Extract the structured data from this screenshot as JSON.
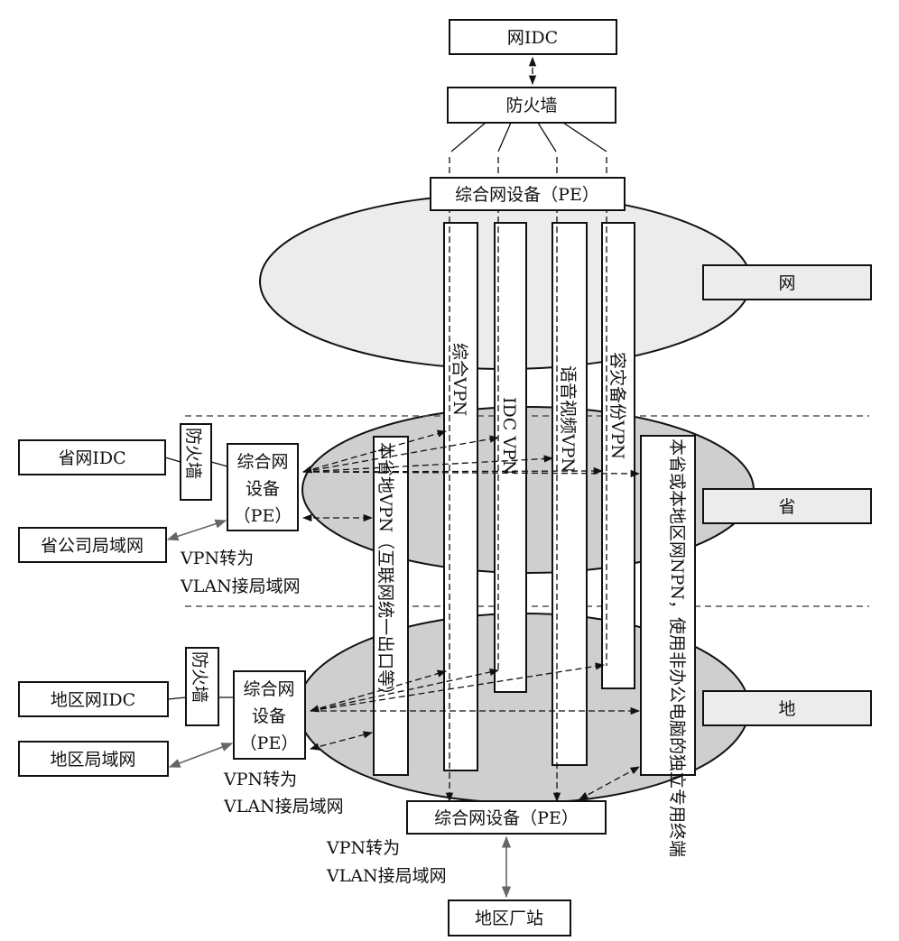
{
  "top": {
    "idc": "网IDC",
    "firewall": "防火墙",
    "pe": "综合网设备（PE）"
  },
  "regions": {
    "net": "网",
    "province": "省",
    "district": "地"
  },
  "vpns": {
    "integrated": "综合VPN",
    "idc": "IDC VPN",
    "voice_video": "语音视频VPN",
    "disaster": "容灾备份VPN",
    "province_local": "本省地VPN（互联网统一出口等）",
    "terminal": "本省或本地区网NPN，使用非办公电脑的独立专用终端"
  },
  "province": {
    "idc": "省网IDC",
    "firewall": "防火墙",
    "pe_line1": "综合网",
    "pe_line2": "设备",
    "pe_line3": "（PE）",
    "lan": "省公司局域网",
    "note_line1": "VPN转为",
    "note_line2": "VLAN接局域网"
  },
  "district": {
    "idc": "地区网IDC",
    "firewall": "防火墙",
    "pe_line1": "综合网",
    "pe_line2": "设备",
    "pe_line3": "（PE）",
    "lan": "地区局域网",
    "note_line1": "VPN转为",
    "note_line2": "VLAN接局域网"
  },
  "bottom": {
    "pe": "综合网设备（PE）",
    "note_line1": "VPN转为",
    "note_line2": "VLAN接局域网",
    "station": "地区厂站"
  }
}
